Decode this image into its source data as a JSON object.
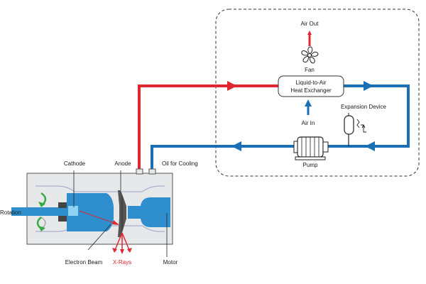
{
  "labels": {
    "air_out": "Air Out",
    "fan": "Fan",
    "heat_exchanger_line1": "Liquid-to-Air",
    "heat_exchanger_line2": "Heat Exchanger",
    "expansion_device": "Expansion Device",
    "air_in": "Air In",
    "pump": "Pump",
    "anode": "Anode",
    "oil_for_cooling": "Oil for Cooling",
    "cathode": "Cathode",
    "rotation": "Rotation",
    "electron_beam": "Electron Beam",
    "x_rays": "X-Rays",
    "motor": "Motor"
  },
  "icons": [
    "fan-icon",
    "pump-icon",
    "expansion-device-icon",
    "rotation-arrow-icon"
  ],
  "colors": {
    "hot_line": "#e0262f",
    "cold_line": "#1a6fb5",
    "tube_body": "#2f8fce",
    "cathode": "#8fd3f2",
    "housing": "#e6e8ea",
    "rotation_arrow": "#3aa845",
    "outline": "#555555"
  }
}
